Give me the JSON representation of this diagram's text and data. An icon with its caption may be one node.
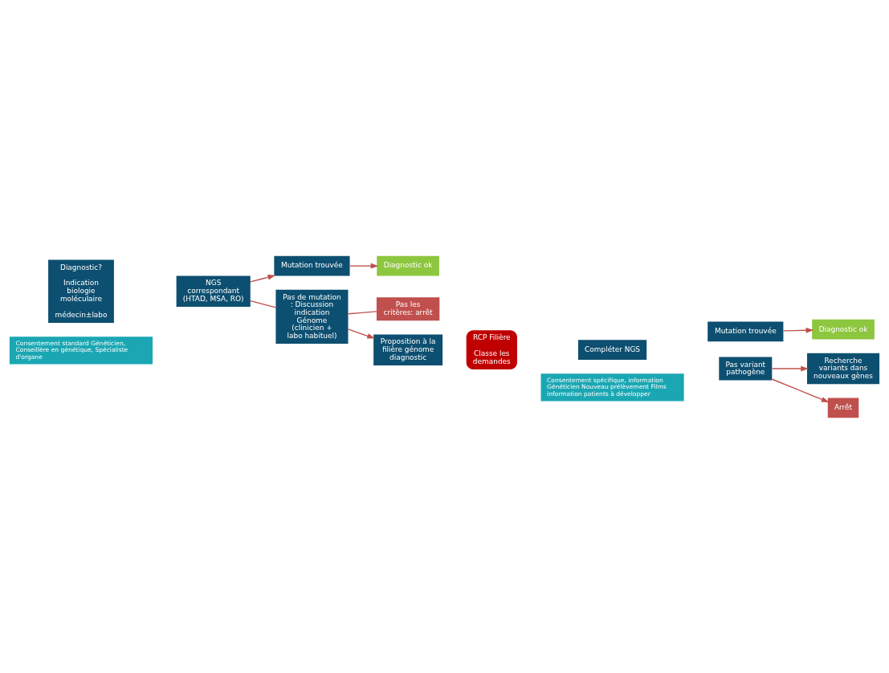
{
  "diagram": {
    "nodes": [
      {
        "text": [
          "Consentement standard Généticien, Conseillère en génétique, Spécialiste d'organe"
        ]
      },
      {
        "text": [
          "Consentement spécifique, information Généticien Nouveau prélèvement Films information patients à développer"
        ]
      },
      {
        "text": [
          "Diagnostic?",
          "Indication biologie moléculaire",
          "médecin±labo"
        ]
      },
      {
        "text": [
          "NGS correspondant (HTAD, MSA, RO)"
        ]
      },
      {
        "text": [
          "Mutation trouvée"
        ]
      },
      {
        "text": [
          "Diagnostic ok"
        ]
      },
      {
        "text": [
          "Pas de mutation : Discussion indication Génome (clinicien + labo habituel)"
        ]
      },
      {
        "text": [
          "Pas les critères: arrêt"
        ]
      },
      {
        "text": [
          "Proposition à la filière génome diagnostic"
        ]
      },
      {
        "text": [
          "RCP Filière",
          "Classe les demandes"
        ]
      },
      {
        "text": [
          "Compléter NGS"
        ]
      },
      {
        "text": [
          "Mutation trouvée"
        ]
      },
      {
        "text": [
          "Diagnostic ok"
        ]
      },
      {
        "text": [
          "Pas variant pathogène"
        ]
      },
      {
        "text": [
          "Recherche variants dans nouveaux gènes"
        ]
      },
      {
        "text": [
          "Arrêt"
        ]
      }
    ],
    "edges": [
      {
        "from": 3,
        "to": 4,
        "arrow": "to"
      },
      {
        "from": 4,
        "to": 5,
        "arrow": "to"
      },
      {
        "from": 3,
        "to": 6,
        "arrow": "none"
      },
      {
        "from": 6,
        "to": 8,
        "arrow": "to"
      },
      {
        "from": 6,
        "to": 7,
        "arrow": "none"
      },
      {
        "from": 11,
        "to": 12,
        "arrow": "to"
      },
      {
        "from": 13,
        "to": 14,
        "arrow": "to"
      },
      {
        "from": 13,
        "to": 15,
        "arrow": "to"
      }
    ]
  }
}
